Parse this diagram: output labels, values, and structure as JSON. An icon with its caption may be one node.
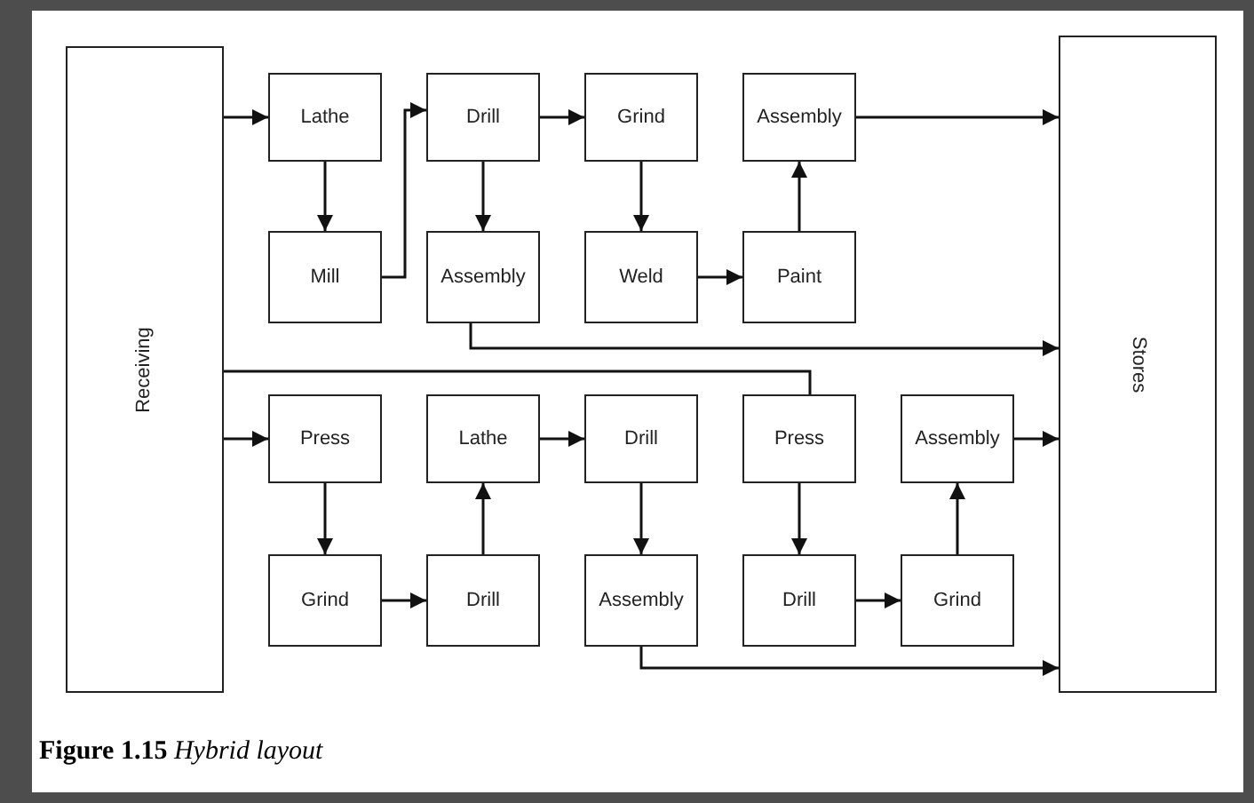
{
  "diagram": {
    "caption": "**Figure 1.15** *Hybrid layout*",
    "nodes": [
      {
        "text": [
          "Receiving"
        ]
      },
      {
        "text": [
          "Lathe"
        ]
      },
      {
        "text": [
          "Drill"
        ]
      },
      {
        "text": [
          "Grind"
        ]
      },
      {
        "text": [
          "Assembly"
        ]
      },
      {
        "text": [
          "Mill"
        ]
      },
      {
        "text": [
          "Assembly"
        ]
      },
      {
        "text": [
          "Weld"
        ]
      },
      {
        "text": [
          "Paint"
        ]
      },
      {
        "text": [
          "Press"
        ]
      },
      {
        "text": [
          "Lathe"
        ]
      },
      {
        "text": [
          "Drill"
        ]
      },
      {
        "text": [
          "Press"
        ]
      },
      {
        "text": [
          "Assembly"
        ]
      },
      {
        "text": [
          "Grind"
        ]
      },
      {
        "text": [
          "Drill"
        ]
      },
      {
        "text": [
          "Assembly"
        ]
      },
      {
        "text": [
          "Drill"
        ]
      },
      {
        "text": [
          "Grind"
        ]
      },
      {
        "text": [
          "Stores"
        ]
      }
    ],
    "edges": [
      {
        "from": 0,
        "to": 1,
        "arrow": "to"
      },
      {
        "from": 1,
        "to": 5,
        "arrow": "to"
      },
      {
        "from": 5,
        "to": 2,
        "arrow": "to"
      },
      {
        "from": 2,
        "to": 3,
        "arrow": "to"
      },
      {
        "from": 2,
        "to": 6,
        "arrow": "to"
      },
      {
        "from": 3,
        "to": 7,
        "arrow": "to"
      },
      {
        "from": 7,
        "to": 8,
        "arrow": "to"
      },
      {
        "from": 8,
        "to": 4,
        "arrow": "to"
      },
      {
        "from": 4,
        "to": 19,
        "arrow": "to"
      },
      {
        "from": 6,
        "to": 19,
        "arrow": "to"
      },
      {
        "from": 0,
        "to": 12,
        "arrow": "none"
      },
      {
        "from": 0,
        "to": 9,
        "arrow": "to"
      },
      {
        "from": 9,
        "to": 14,
        "arrow": "to"
      },
      {
        "from": 14,
        "to": 15,
        "arrow": "to"
      },
      {
        "from": 15,
        "to": 10,
        "arrow": "to"
      },
      {
        "from": 10,
        "to": 11,
        "arrow": "to"
      },
      {
        "from": 11,
        "to": 13,
        "arrow": "to"
      },
      {
        "from": 13,
        "to": 19,
        "arrow": "to"
      },
      {
        "from": 12,
        "to": 17,
        "arrow": "to"
      },
      {
        "from": 17,
        "to": 18,
        "arrow": "to"
      },
      {
        "from": 18,
        "to": 16,
        "arrow": "to"
      },
      {
        "from": 16,
        "to": 19,
        "arrow": "to"
      }
    ]
  }
}
